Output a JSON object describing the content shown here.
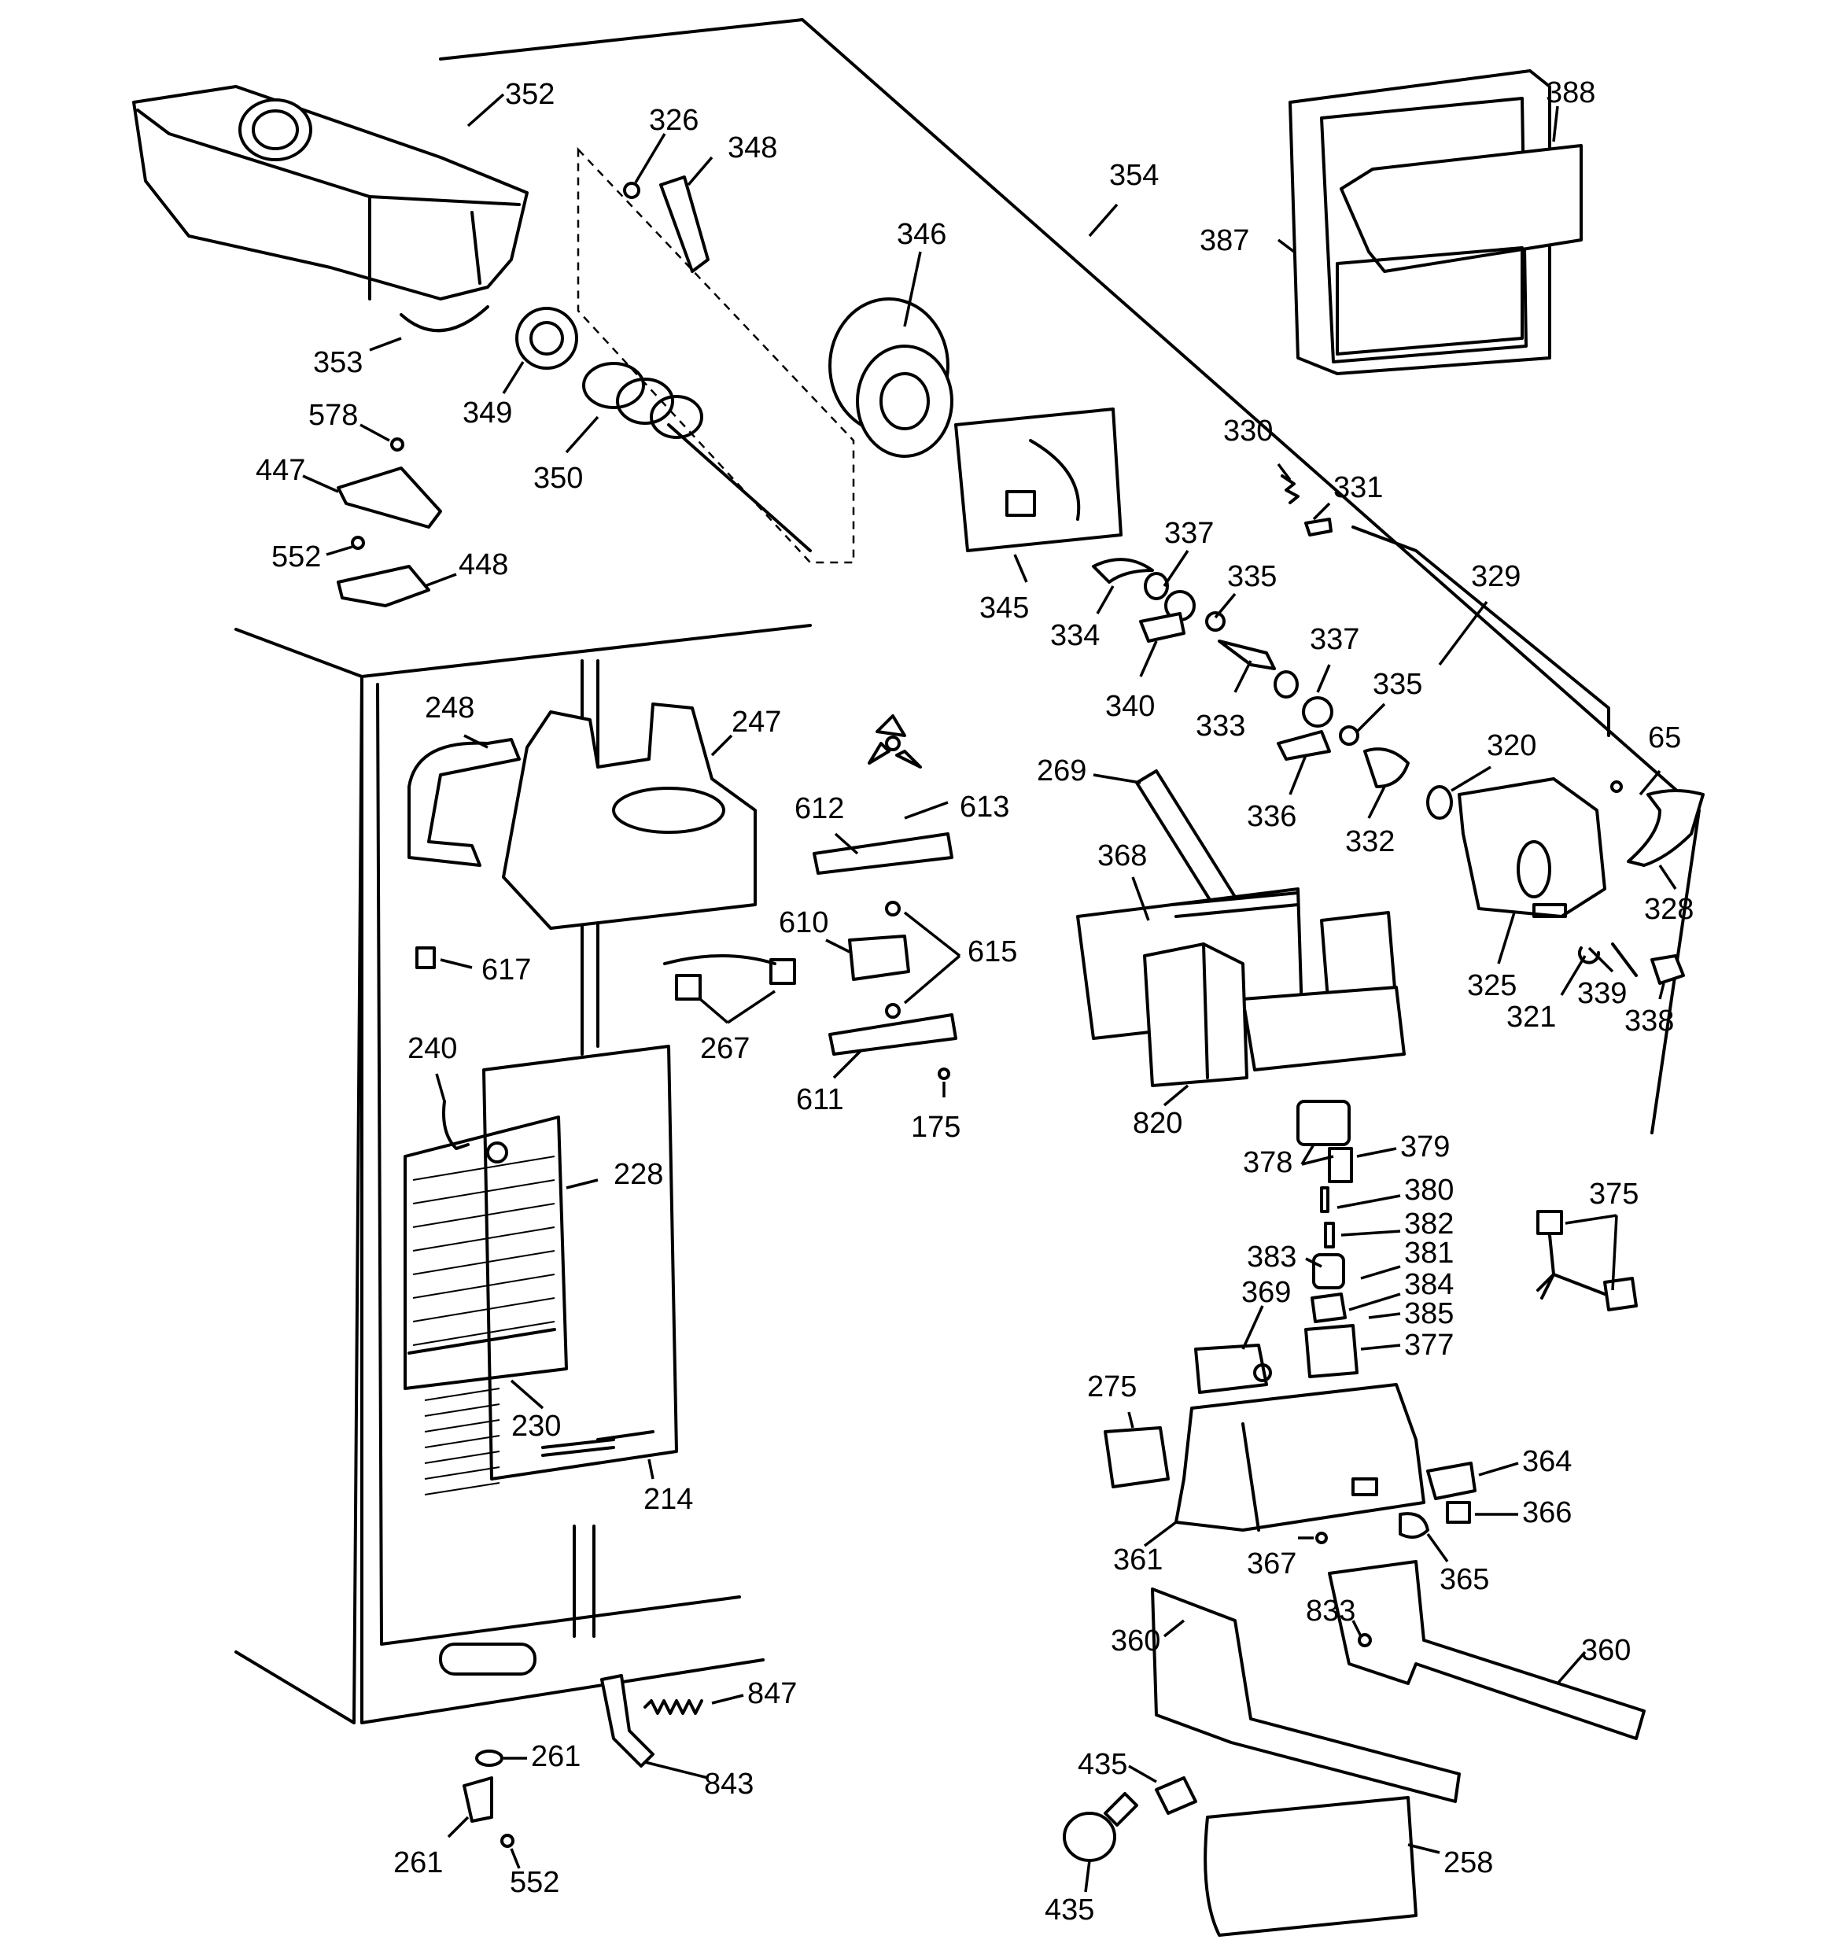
{
  "diagram": {
    "type": "exploded-parts-view",
    "callouts": [
      {
        "id": "c352",
        "label": "352"
      },
      {
        "id": "c326",
        "label": "326"
      },
      {
        "id": "c348",
        "label": "348"
      },
      {
        "id": "c346",
        "label": "346"
      },
      {
        "id": "c354",
        "label": "354"
      },
      {
        "id": "c388",
        "label": "388"
      },
      {
        "id": "c387",
        "label": "387"
      },
      {
        "id": "c353",
        "label": "353"
      },
      {
        "id": "c349",
        "label": "349"
      },
      {
        "id": "c350",
        "label": "350"
      },
      {
        "id": "c578",
        "label": "578"
      },
      {
        "id": "c447",
        "label": "447"
      },
      {
        "id": "c552a",
        "label": "552"
      },
      {
        "id": "c448",
        "label": "448"
      },
      {
        "id": "c345",
        "label": "345"
      },
      {
        "id": "c330",
        "label": "330"
      },
      {
        "id": "c331",
        "label": "331"
      },
      {
        "id": "c337a",
        "label": "337"
      },
      {
        "id": "c335a",
        "label": "335"
      },
      {
        "id": "c329",
        "label": "329"
      },
      {
        "id": "c334",
        "label": "334"
      },
      {
        "id": "c340",
        "label": "340"
      },
      {
        "id": "c333",
        "label": "333"
      },
      {
        "id": "c337b",
        "label": "337"
      },
      {
        "id": "c335b",
        "label": "335"
      },
      {
        "id": "c248",
        "label": "248"
      },
      {
        "id": "c247",
        "label": "247"
      },
      {
        "id": "c269",
        "label": "269"
      },
      {
        "id": "c320",
        "label": "320"
      },
      {
        "id": "c65",
        "label": "65"
      },
      {
        "id": "c612",
        "label": "612"
      },
      {
        "id": "c613",
        "label": "613"
      },
      {
        "id": "c336",
        "label": "336"
      },
      {
        "id": "c332",
        "label": "332"
      },
      {
        "id": "c368",
        "label": "368"
      },
      {
        "id": "c328",
        "label": "328"
      },
      {
        "id": "c610",
        "label": "610"
      },
      {
        "id": "c615",
        "label": "615"
      },
      {
        "id": "c617",
        "label": "617"
      },
      {
        "id": "c325",
        "label": "325"
      },
      {
        "id": "c339",
        "label": "339"
      },
      {
        "id": "c321",
        "label": "321"
      },
      {
        "id": "c338",
        "label": "338"
      },
      {
        "id": "c267",
        "label": "267"
      },
      {
        "id": "c240",
        "label": "240"
      },
      {
        "id": "c611",
        "label": "611"
      },
      {
        "id": "c175",
        "label": "175"
      },
      {
        "id": "c820",
        "label": "820"
      },
      {
        "id": "c378",
        "label": "378"
      },
      {
        "id": "c379",
        "label": "379"
      },
      {
        "id": "c228",
        "label": "228"
      },
      {
        "id": "c380",
        "label": "380"
      },
      {
        "id": "c375",
        "label": "375"
      },
      {
        "id": "c382",
        "label": "382"
      },
      {
        "id": "c383",
        "label": "383"
      },
      {
        "id": "c381",
        "label": "381"
      },
      {
        "id": "c384",
        "label": "384"
      },
      {
        "id": "c369",
        "label": "369"
      },
      {
        "id": "c385",
        "label": "385"
      },
      {
        "id": "c377",
        "label": "377"
      },
      {
        "id": "c275",
        "label": "275"
      },
      {
        "id": "c230",
        "label": "230"
      },
      {
        "id": "c364",
        "label": "364"
      },
      {
        "id": "c214",
        "label": "214"
      },
      {
        "id": "c366",
        "label": "366"
      },
      {
        "id": "c361",
        "label": "361"
      },
      {
        "id": "c367",
        "label": "367"
      },
      {
        "id": "c365",
        "label": "365"
      },
      {
        "id": "c833",
        "label": "833"
      },
      {
        "id": "c360a",
        "label": "360"
      },
      {
        "id": "c360b",
        "label": "360"
      },
      {
        "id": "c847",
        "label": "847"
      },
      {
        "id": "c261a",
        "label": "261"
      },
      {
        "id": "c843",
        "label": "843"
      },
      {
        "id": "c435a",
        "label": "435"
      },
      {
        "id": "c258",
        "label": "258"
      },
      {
        "id": "c261b",
        "label": "261"
      },
      {
        "id": "c552b",
        "label": "552"
      },
      {
        "id": "c435b",
        "label": "435"
      }
    ]
  }
}
